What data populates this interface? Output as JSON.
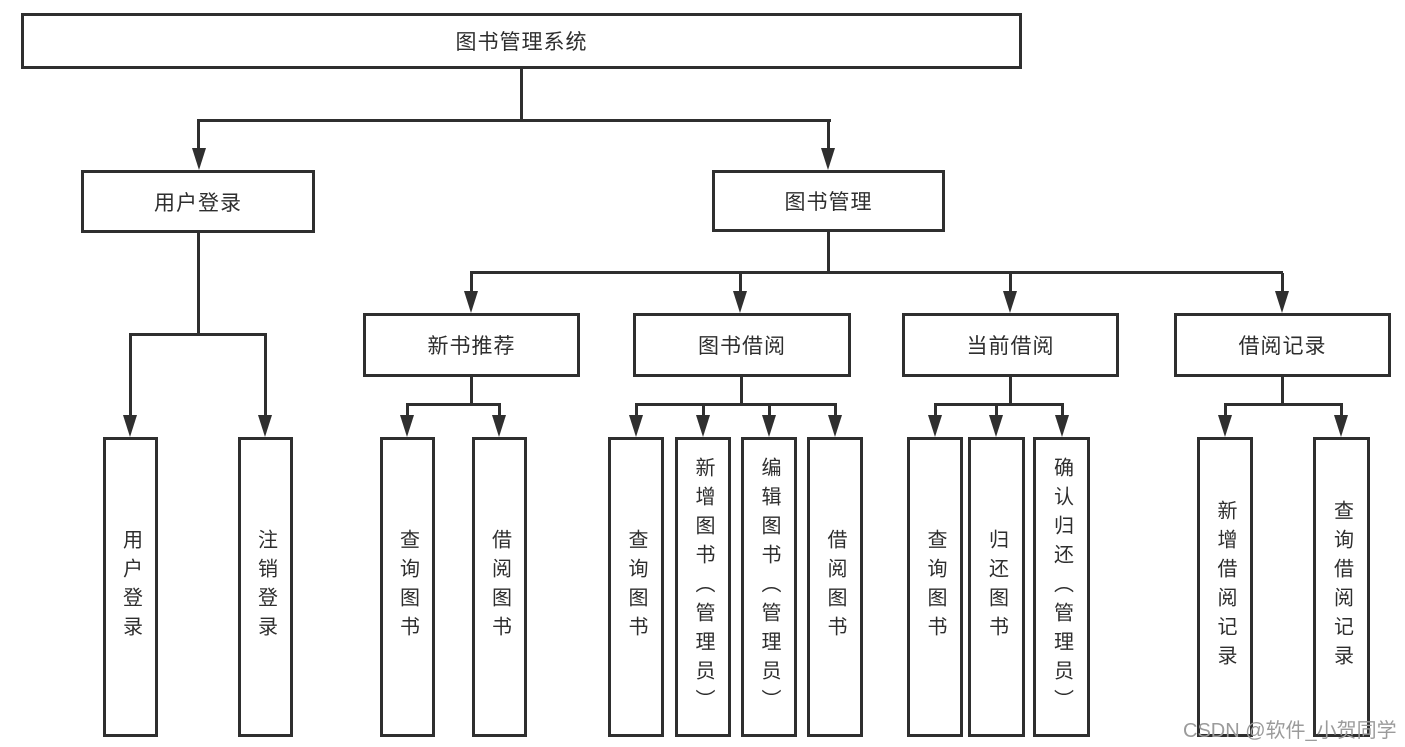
{
  "diagram": {
    "root": {
      "label": "图书管理系统"
    },
    "level2": [
      {
        "id": "user-login",
        "label": "用户登录"
      },
      {
        "id": "book-management",
        "label": "图书管理"
      }
    ],
    "level3": [
      {
        "id": "new-book-recommend",
        "label": "新书推荐"
      },
      {
        "id": "book-borrow",
        "label": "图书借阅"
      },
      {
        "id": "current-borrow",
        "label": "当前借阅"
      },
      {
        "id": "borrow-records",
        "label": "借阅记录"
      }
    ],
    "leaves": {
      "user_login": [
        {
          "label": "用户登录"
        },
        {
          "label": "注销登录"
        }
      ],
      "new_book_recommend": [
        {
          "label": "查询图书"
        },
        {
          "label": "借阅图书"
        }
      ],
      "book_borrow": [
        {
          "label": "查询图书"
        },
        {
          "label": "新增图书（管理员）"
        },
        {
          "label": "编辑图书（管理员）"
        },
        {
          "label": "借阅图书"
        }
      ],
      "current_borrow": [
        {
          "label": "查询图书"
        },
        {
          "label": "归还图书"
        },
        {
          "label": "确认归还（管理员）"
        }
      ],
      "borrow_records": [
        {
          "label": "新增借阅记录"
        },
        {
          "label": "查询借阅记录"
        }
      ]
    }
  },
  "watermark": {
    "text": "CSDN @软件_小贺同学"
  },
  "colors": {
    "line": "#2f2f2f",
    "text": "#2e2e2e",
    "watermark": "#9b9b9b",
    "background": "#ffffff"
  }
}
